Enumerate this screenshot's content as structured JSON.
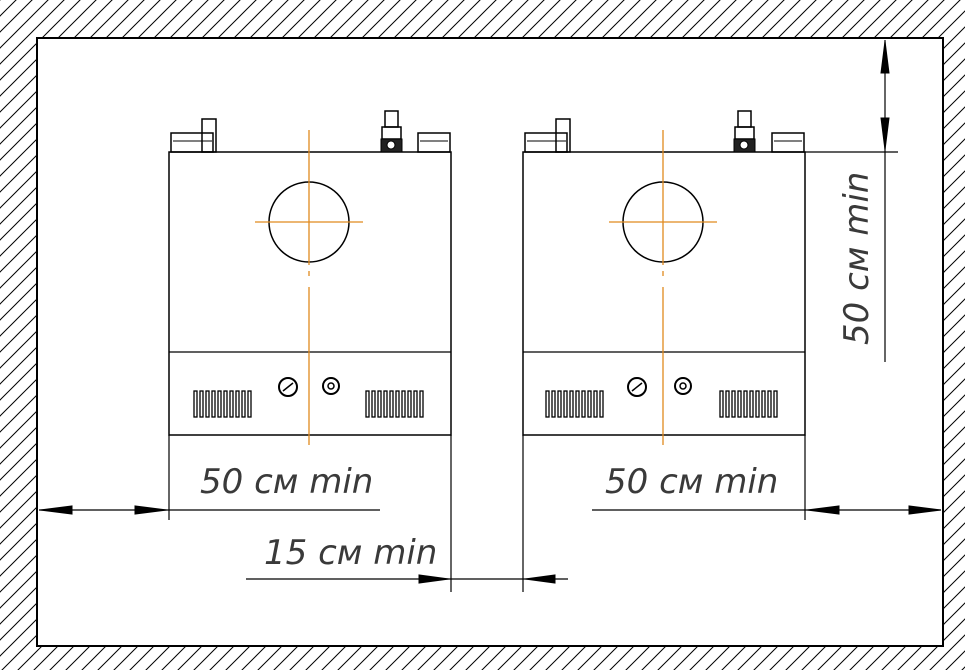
{
  "colors": {
    "line": "#000000",
    "axis": "#e08a1e",
    "hatch": "#000000",
    "text": "#3a3a3a",
    "background": "#ffffff"
  },
  "dimensions": {
    "left_side": "50 см min",
    "between": "15 см min",
    "right_side": "50 см min",
    "top": "50 см min"
  }
}
